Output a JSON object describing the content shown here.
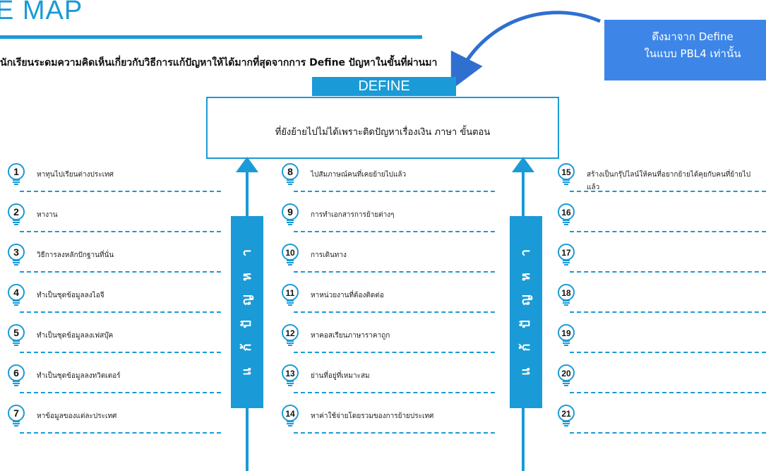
{
  "header": {
    "title": "E MAP",
    "subtitle": "นักเรียนระดมความคิดเห็นเกี่ยวกับวิธีการแก้ปัญหาให้ได้มากที่สุดจากการ Define ปัญหาในขั้นที่ผ่านมา"
  },
  "callout": {
    "line1": "ดึงมาจาก Define",
    "line2": "ในแบบ PBL4 เท่านั้น"
  },
  "define": {
    "label": "DEFINE",
    "text": "ที่ยังย้ายไปไม่ได้เพราะติดปัญหาเรื่องเงิน ภาษา ขั้นตอน"
  },
  "pillars": {
    "left": [
      "แ",
      "ก้",
      "ปั",
      "ญ",
      "ห",
      "า"
    ],
    "right": [
      "แ",
      "ก้",
      "ปั",
      "ญ",
      "ห",
      "า"
    ]
  },
  "items": [
    {
      "num": "1",
      "text": "หาทุนไปเรียนต่างประเทศ"
    },
    {
      "num": "2",
      "text": "หางาน"
    },
    {
      "num": "3",
      "text": "วิธีการลงหลักปักฐานที่นั่น"
    },
    {
      "num": "4",
      "text": "ทำเป็นชุดข้อมูลลงไอจี"
    },
    {
      "num": "5",
      "text": "ทำเป็นชุดข้อมูลลงเฟสบุ๊ค"
    },
    {
      "num": "6",
      "text": "ทำเป็นชุดข้อมูลลงทวิตเตอร์"
    },
    {
      "num": "7",
      "text": "หาข้อมูลของแต่ละประเทศ"
    },
    {
      "num": "8",
      "text": "ไปสัมภาษณ์คนที่เคยย้ายไปแล้ว"
    },
    {
      "num": "9",
      "text": "การทำเอกสารการย้ายต่างๆ"
    },
    {
      "num": "10",
      "text": "การเดินทาง"
    },
    {
      "num": "11",
      "text": "หาหน่วยงานที่ต้องติดต่อ"
    },
    {
      "num": "12",
      "text": "หาคอสเรียนภาษาราคาถูก"
    },
    {
      "num": "13",
      "text": "ย่านที่อยู่ที่เหมาะสม"
    },
    {
      "num": "14",
      "text": "หาค่าใช้จ่ายโดยรวมของการย้ายประเทศ"
    },
    {
      "num": "15",
      "text": "สร้างเป็นกรุ๊ปไลน์ให้คนที่อยากย้ายได้คุยกับคนที่ย้ายไป",
      "text2": "แล้ว"
    },
    {
      "num": "16",
      "text": ""
    },
    {
      "num": "17",
      "text": ""
    },
    {
      "num": "18",
      "text": ""
    },
    {
      "num": "19",
      "text": ""
    },
    {
      "num": "20",
      "text": ""
    },
    {
      "num": "21",
      "text": ""
    }
  ],
  "colors": {
    "accent": "#1a9ad6",
    "callout": "#3d86e8"
  }
}
